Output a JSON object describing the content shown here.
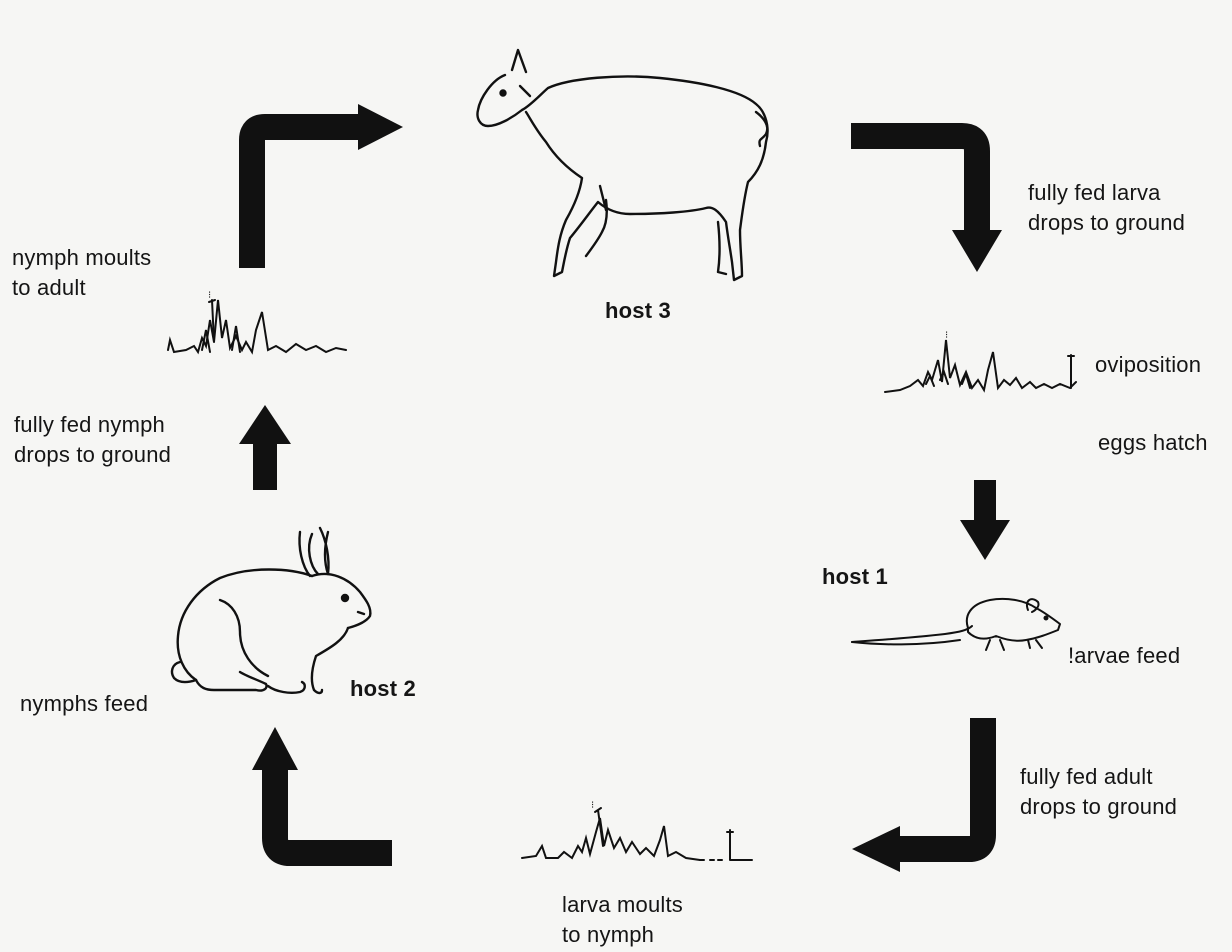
{
  "labels": {
    "host3": "host 3",
    "host1": "host 1",
    "host2": "host 2",
    "larva_drops": "fully fed larva\ndrops to ground",
    "oviposition": "oviposition",
    "eggs_hatch": "eggs hatch",
    "larvae_feed": "!arvae feed",
    "adult_drops": "fully fed adult\ndrops to ground",
    "larva_moults": "larva moults\nto nymph",
    "nymphs_feed": "nymphs feed",
    "nymph_drops": "fully fed nymph\ndrops to ground",
    "nymph_moults": "nymph moults\nto adult"
  },
  "colors": {
    "background": "#f6f6f4",
    "ink": "#111111"
  },
  "icons": {
    "sheep": "sheep-icon",
    "mouse": "mouse-icon",
    "rabbit": "rabbit-icon",
    "grass": "grass-icon",
    "arrow": "arrow-icon"
  }
}
